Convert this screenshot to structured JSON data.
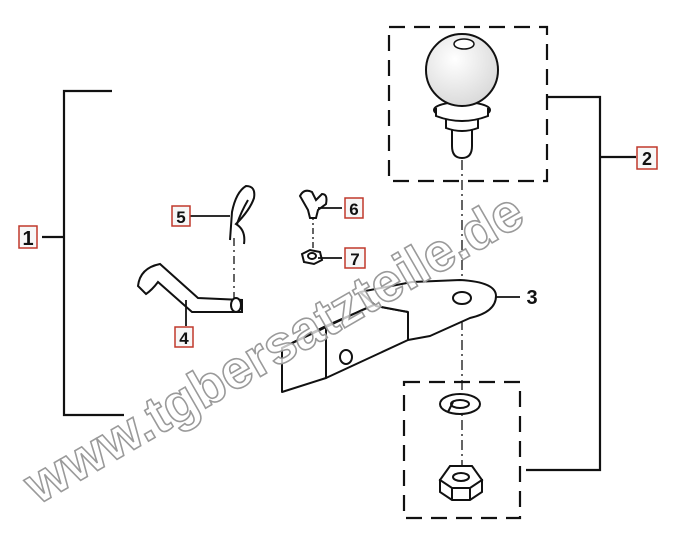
{
  "diagram": {
    "callouts": [
      {
        "id": "1",
        "label": "1"
      },
      {
        "id": "2",
        "label": "2"
      },
      {
        "id": "3",
        "label": "3"
      },
      {
        "id": "4",
        "label": "4"
      },
      {
        "id": "5",
        "label": "5"
      },
      {
        "id": "6",
        "label": "6"
      },
      {
        "id": "7",
        "label": "7"
      }
    ],
    "watermark": "www.tgbersatzteile.de",
    "colors": {
      "line": "#111111",
      "callout_box": "#c0392b",
      "callout_fill": "#f7f7f7",
      "watermark_fill": "#ffffff",
      "watermark_stroke": "#9a9a9a"
    }
  }
}
